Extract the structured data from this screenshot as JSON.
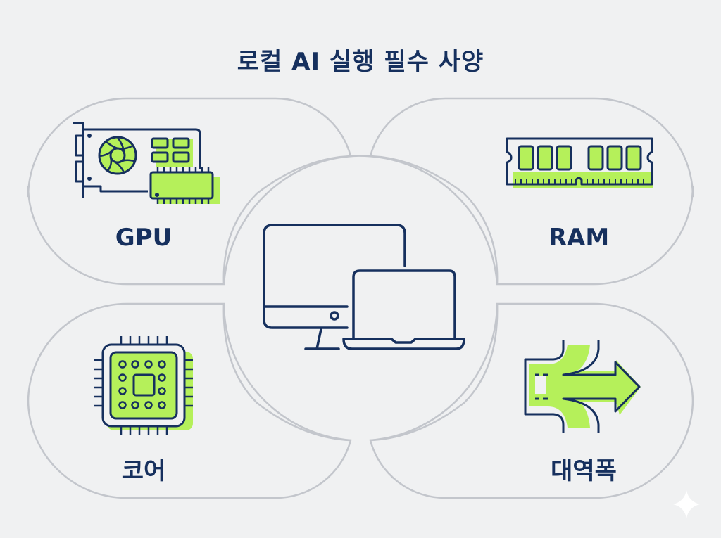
{
  "title": "로컬 AI 실행 필수 사양",
  "center": {
    "icon": "monitor-laptop-icon"
  },
  "quadrants": [
    {
      "key": "gpu",
      "label": "GPU",
      "icon": "graphics-card-icon"
    },
    {
      "key": "ram",
      "label": "RAM",
      "icon": "memory-module-icon"
    },
    {
      "key": "core",
      "label": "코어",
      "icon": "cpu-chip-icon"
    },
    {
      "key": "bandwidth",
      "label": "대역폭",
      "icon": "bandwidth-arrow-icon"
    }
  ],
  "colors": {
    "navy": "#16305e",
    "accent": "#b5f05a",
    "outline": "#c3c6cc",
    "background": "#f0f1f2"
  }
}
